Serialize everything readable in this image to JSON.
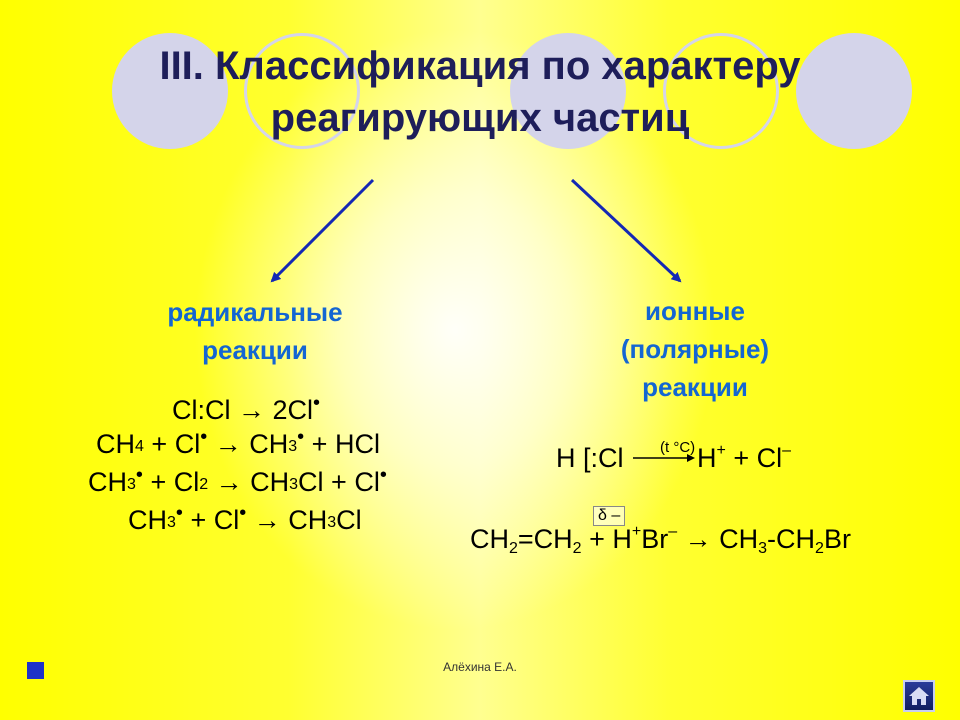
{
  "slide": {
    "title_line1": "III. Классификация по характеру",
    "title_line2": "реагирующих частиц",
    "radical": {
      "line1": "радикальные",
      "line2": "реакции"
    },
    "ionic": {
      "line1": "ионные",
      "line2": "(полярные)",
      "line3": "реакции"
    },
    "radical_eqs": {
      "eq1_a": "Cl:Cl",
      "eq1_b": "2Cl",
      "eq2_a": "CH",
      "eq2_a_sub": "4",
      "eq2_b": "+ Cl",
      "eq2_c": "CH",
      "eq2_c_sub": "3",
      "eq2_d": "+ HCl",
      "eq3_a": "CH",
      "eq3_a_sub": "3",
      "eq3_b": "+ Cl",
      "eq3_b_sub": "2",
      "eq3_c": "CH",
      "eq3_c_sub": "3",
      "eq3_d": "Cl + Cl",
      "eq4_a": "CH",
      "eq4_a_sub": "3",
      "eq4_b": "+ Cl",
      "eq4_c": "CH",
      "eq4_c_sub": "3",
      "eq4_d": "Cl"
    },
    "ionic_eqs": {
      "eq1_a": "H [:Cl",
      "eq1_cond": "(t °C)",
      "eq1_b": "H",
      "eq1_b_sup": "+",
      "eq1_c": "+ Cl",
      "eq1_c_sup": "–",
      "delta": "δ –",
      "eq2_a": "CH",
      "eq2_a_sub": "2",
      "eq2_b": "=CH",
      "eq2_b_sub": "2",
      "eq2_c": "+ H",
      "eq2_c_sup": "+",
      "eq2_d": "Br",
      "eq2_d_sup": "–",
      "eq2_e": "CH",
      "eq2_e_sub": "3",
      "eq2_f": "-CH",
      "eq2_f_sub": "2",
      "eq2_g": "Br"
    },
    "author": "Алёхина Е.А."
  },
  "colors": {
    "background": "#ffff00",
    "title": "#1e1e5a",
    "category": "#1466d2",
    "arrow": "#1428b4"
  },
  "icons": {
    "home": "home-icon",
    "square": "blue-square-icon"
  }
}
